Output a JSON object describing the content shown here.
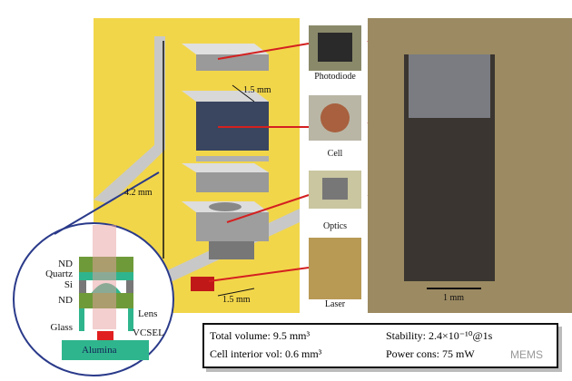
{
  "labels": {
    "height": "4.2 mm",
    "width_top": "1.5 mm",
    "width_bottom": "1.5 mm",
    "scale_bar": "1 mm"
  },
  "photos": [
    "Photodiode",
    "Cell",
    "Optics",
    "Laser"
  ],
  "inset": {
    "layers": [
      "ND",
      "Quartz",
      "Si",
      "ND",
      "Glass"
    ],
    "lens": "Lens",
    "vcsel": "VCSEL",
    "base": "Alumina"
  },
  "info": {
    "total_volume": "Total volume: 9.5 mm³",
    "cell_volume": "Cell interior vol: 0.6 mm³",
    "stability": "Stability: 2.4×10⁻¹⁰@1s",
    "power": "Power cons: 75 mW"
  },
  "watermark": "MEMS",
  "colors": {
    "panel": "#f2d64a",
    "arrow": "#d42020",
    "inset_green": "#2fb58d",
    "nd": "#6f9a3a"
  }
}
